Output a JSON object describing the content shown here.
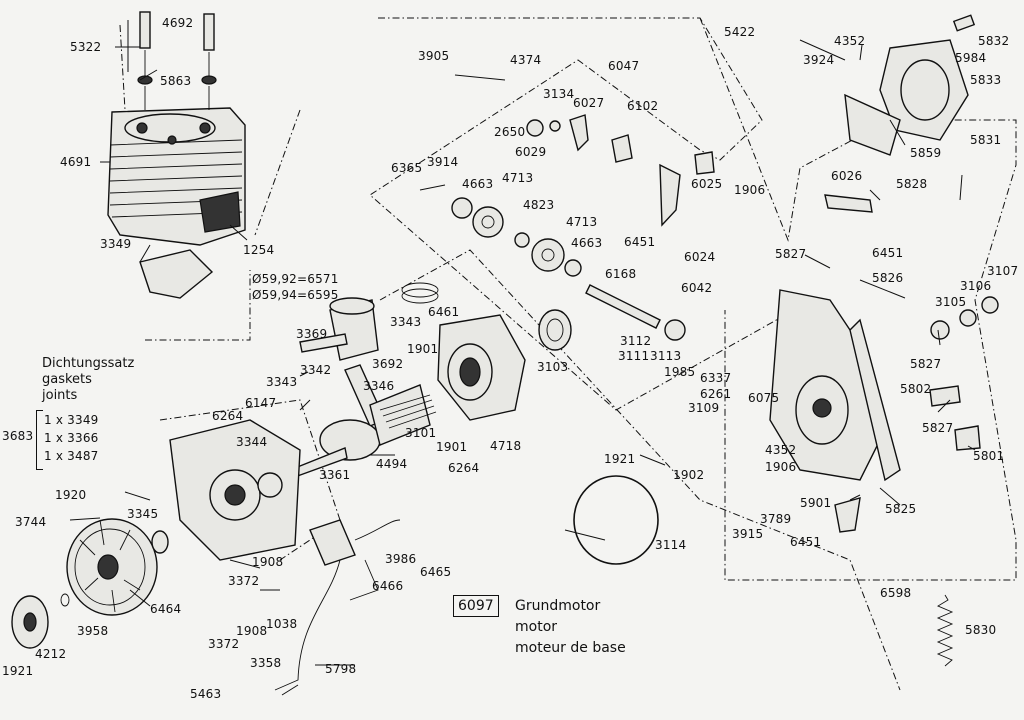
{
  "title": {
    "code": "6097",
    "de": "Grundmotor",
    "en": "motor",
    "fr": "moteur de base"
  },
  "gasket_set": {
    "label_de": "Dichtungssatz",
    "label_en": "gaskets",
    "label_fr": "joints",
    "set_number": "3683",
    "items": [
      "1 x 3349",
      "1 x 3366",
      "1 x 3487"
    ]
  },
  "piston_dims": {
    "line1": "Ø59,92=6571",
    "line2": "Ø59,94=6595"
  },
  "part_numbers": {
    "p5322": "5322",
    "p4692": "4692",
    "p5863": "5863",
    "p4691": "4691",
    "p3349": "3349",
    "p1254": "1254",
    "p3905": "3905",
    "p4374": "4374",
    "p6047": "6047",
    "p3134": "3134",
    "p6027": "6027",
    "p6102": "6102",
    "p2650": "2650",
    "p6029": "6029",
    "p6365": "6365",
    "p3914": "3914",
    "p4663a": "4663",
    "p4713a": "4713",
    "p4823": "4823",
    "p4713b": "4713",
    "p4663b": "4663",
    "p6025": "6025",
    "p1906a": "1906",
    "p6451a": "6451",
    "p6024": "6024",
    "p6042": "6042",
    "p6168": "6168",
    "p5422": "5422",
    "p3924": "3924",
    "p4352a": "4352",
    "p5832": "5832",
    "p5984": "5984",
    "p5833": "5833",
    "p5831": "5831",
    "p5859": "5859",
    "p6026": "6026",
    "p5828": "5828",
    "p5827a": "5827",
    "p6451b": "6451",
    "p5826": "5826",
    "p3106": "3106",
    "p3107": "3107",
    "p3105": "3105",
    "p5827b": "5827",
    "p5802": "5802",
    "p5827c": "5827",
    "p5801": "5801",
    "p4352b": "4352",
    "p1906b": "1906",
    "p5901": "5901",
    "p5825": "5825",
    "p3789": "3789",
    "p3915": "3915",
    "p6451c": "6451",
    "p6598": "6598",
    "p5830": "5830",
    "p6461": "6461",
    "p3343a": "3343",
    "p3369": "3369",
    "p3343b": "3343",
    "p3342": "3342",
    "p1901a": "1901",
    "p3692": "3692",
    "p3346": "3346",
    "p3103": "3103",
    "p3112": "3112",
    "p3111": "3111",
    "p3113": "3113",
    "p1985": "1985",
    "p6337": "6337",
    "p6261": "6261",
    "p6075": "6075",
    "p3109": "3109",
    "p6147": "6147",
    "p6264a": "6264",
    "p3344": "3344",
    "p3361": "3361",
    "p4494": "4494",
    "p3101": "3101",
    "p1901b": "1901",
    "p4718": "4718",
    "p6264b": "6264",
    "p1921a": "1921",
    "p1902": "1902",
    "p3114": "3114",
    "p1920": "1920",
    "p3744": "3744",
    "p3345": "3345",
    "p6464": "6464",
    "p3958": "3958",
    "p4212": "4212",
    "p1921b": "1921",
    "p1908a": "1908",
    "p3372a": "3372",
    "p1908b": "1908",
    "p1038": "1038",
    "p3372b": "3372",
    "p3986": "3986",
    "p6466": "6466",
    "p6465": "6465",
    "p3358": "3358",
    "p5798": "5798",
    "p5463": "5463"
  }
}
